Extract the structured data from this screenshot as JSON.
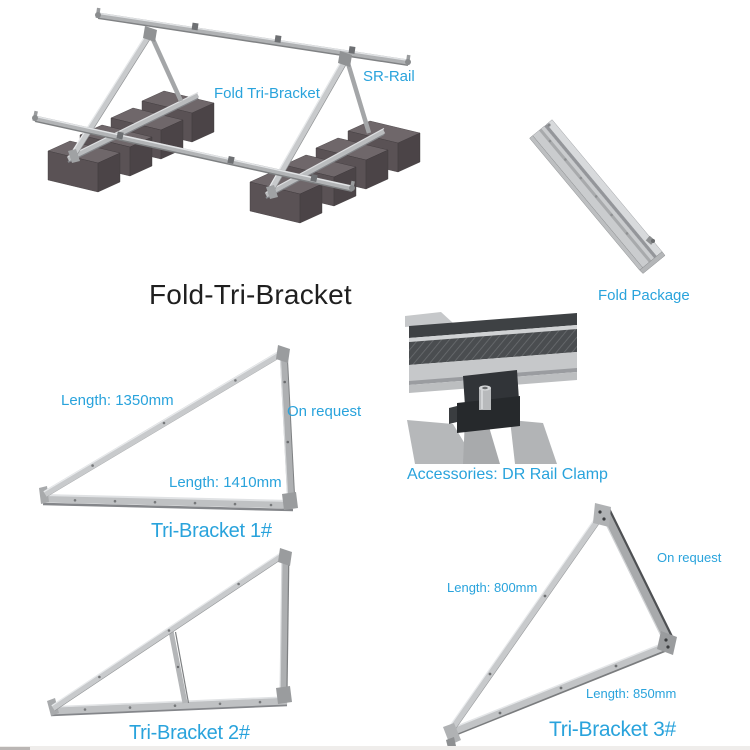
{
  "colors": {
    "accent": "#29a3dc",
    "title": "#1f1f1f"
  },
  "overview": {
    "bracket_label": "Fold Tri-Bracket",
    "rail_label": "SR-Rail"
  },
  "title": "Fold-Tri-Bracket",
  "fold_package": {
    "caption": "Fold Package"
  },
  "rail_clamp": {
    "caption": "Accessories: DR Rail Clamp"
  },
  "bracket1": {
    "side_label": "Length: 1350mm",
    "height_label": "On request",
    "base_label": "Length: 1410mm",
    "caption": "Tri-Bracket 1#"
  },
  "bracket2": {
    "caption": "Tri-Bracket 2#"
  },
  "bracket3": {
    "side_label": "Length: 800mm",
    "height_label": "On request",
    "base_label": "Length: 850mm",
    "caption": "Tri-Bracket 3#"
  }
}
